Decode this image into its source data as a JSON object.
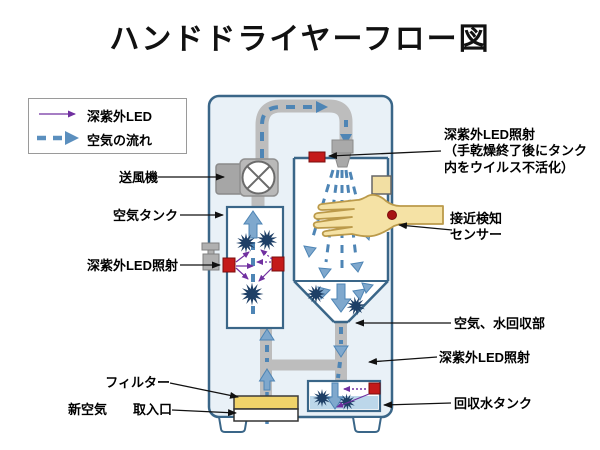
{
  "title": "ハンドドライヤーフロー図",
  "legend": {
    "uv_led": "深紫外LED",
    "air_flow": "空気の流れ"
  },
  "labels": {
    "left": {
      "blower": "送風機",
      "air_tank": "空気タンク",
      "uv_led_irradiation": "深紫外LED照射",
      "filter": "フィルター",
      "fresh_air_intake": "新空気　　取入口"
    },
    "right": {
      "uv_led_tank_note": "深紫外LED照射\n（手乾燥終了後にタンク\n内をウイルス不活化）",
      "proximity_sensor": "接近検知\nセンサー",
      "air_water_recovery": "空気、水回収部",
      "uv_led_irradiation": "深紫外LED照射",
      "recovered_water_tank": "回収水タンク"
    }
  },
  "colors": {
    "uv_purple": "#7030a0",
    "air_flow_blue": "#4e85b5",
    "air_arrow_fill": "#7fa8cd",
    "led_red": "#c41a1a",
    "virus_navy": "#1e3f66",
    "unit_outline": "#3a6688",
    "unit_fill": "#e9f1f7",
    "pipe_gray": "#bdbdbd",
    "hand_fill": "#f5e2a5",
    "filter_yellow": "#f0d36a",
    "water_blue": "#bcd7ea",
    "sensor_dot_red": "#a61212"
  }
}
